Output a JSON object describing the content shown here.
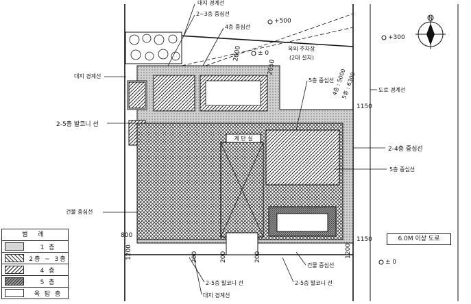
{
  "labels": {
    "site_boundary_top": "대지 경계선",
    "floor_2_3_top": "2~3층 중심선",
    "floor_4_top": "4층 중심선",
    "plus_500": "+500",
    "plus_300": "+300",
    "plus_minus_0_top": "± 0",
    "plus_minus_0_bottom": "± 0",
    "parking_title": "옥외 주차장",
    "parking_sub": "(2대 설치)",
    "site_boundary_left": "대지 경계선",
    "balcony_2_5_left": "2-5층 발코니 선",
    "floor_5_right": "5층 중심선",
    "road_boundary": "도로 경계선",
    "floor_2_4_right": "2-4층 중심선",
    "floor_5_right2": "5층 중심선",
    "building_center_left": "건물 중심선",
    "stair_label": "계 단 실",
    "road_box": "6.0M 이상 도로",
    "building_center_bottom": "건물 중심선",
    "balcony_bottom_1": "2-5층 발코니 선",
    "balcony_bottom_2": "2-5층 발코니 선",
    "site_boundary_bottom": "대지 경계선",
    "setback_4": "4층 : 5000",
    "setback_5": "5층 : 6300"
  },
  "dimensions": {
    "d2000": "2000",
    "d2650": "2650",
    "d1150_top": "1150",
    "d1150_bottom": "1150",
    "d800": "800",
    "d1200_left": "1200",
    "d1200_right": "1200",
    "d200_a": "200",
    "d200_b": "200",
    "d200_c": "200"
  },
  "legend": {
    "title": "범 례",
    "items": [
      {
        "label": "1 층"
      },
      {
        "label": "2층 ~ 3층"
      },
      {
        "label": "4 층"
      },
      {
        "label": "5 층"
      },
      {
        "label": "옥 탑 층"
      }
    ]
  },
  "north_label": "N"
}
